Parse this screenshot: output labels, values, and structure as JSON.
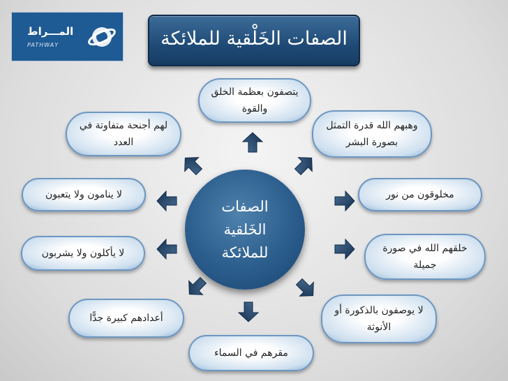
{
  "logo": {
    "arabic": "المـــراط",
    "english": "PATHWAY"
  },
  "title": "الصفات الخَلْقية للملائكة",
  "center": {
    "line1": "الصفات",
    "line2": "الخَلقية",
    "line3": "للملائكة"
  },
  "nodes": {
    "top": "يتصفون بعظمة الخلق والقوة",
    "upper_right": "وهبهم الله قدرة التمثل بصورة البشر",
    "upper_left": "لهم أجنحة متفاوتة في العدد",
    "mid_right": "مخلوقون من نور",
    "mid_left": "لا ينامون ولا يتعبون",
    "low_right": "خلقهم الله في صورة جميلة",
    "low_left": "لا يأكلون ولا يشربون",
    "bottom_right": "لا يوصفون بالذكورة أو الأنوثة",
    "bottom_left": "أعدادهم كبيرة جدًّا",
    "bottom": "مقرهم في السماء"
  },
  "colors": {
    "title_bg": "#1f4a76",
    "center_bg": "#2b5d8c",
    "node_border": "#6d97c2",
    "arrow": "#1c3f66"
  }
}
